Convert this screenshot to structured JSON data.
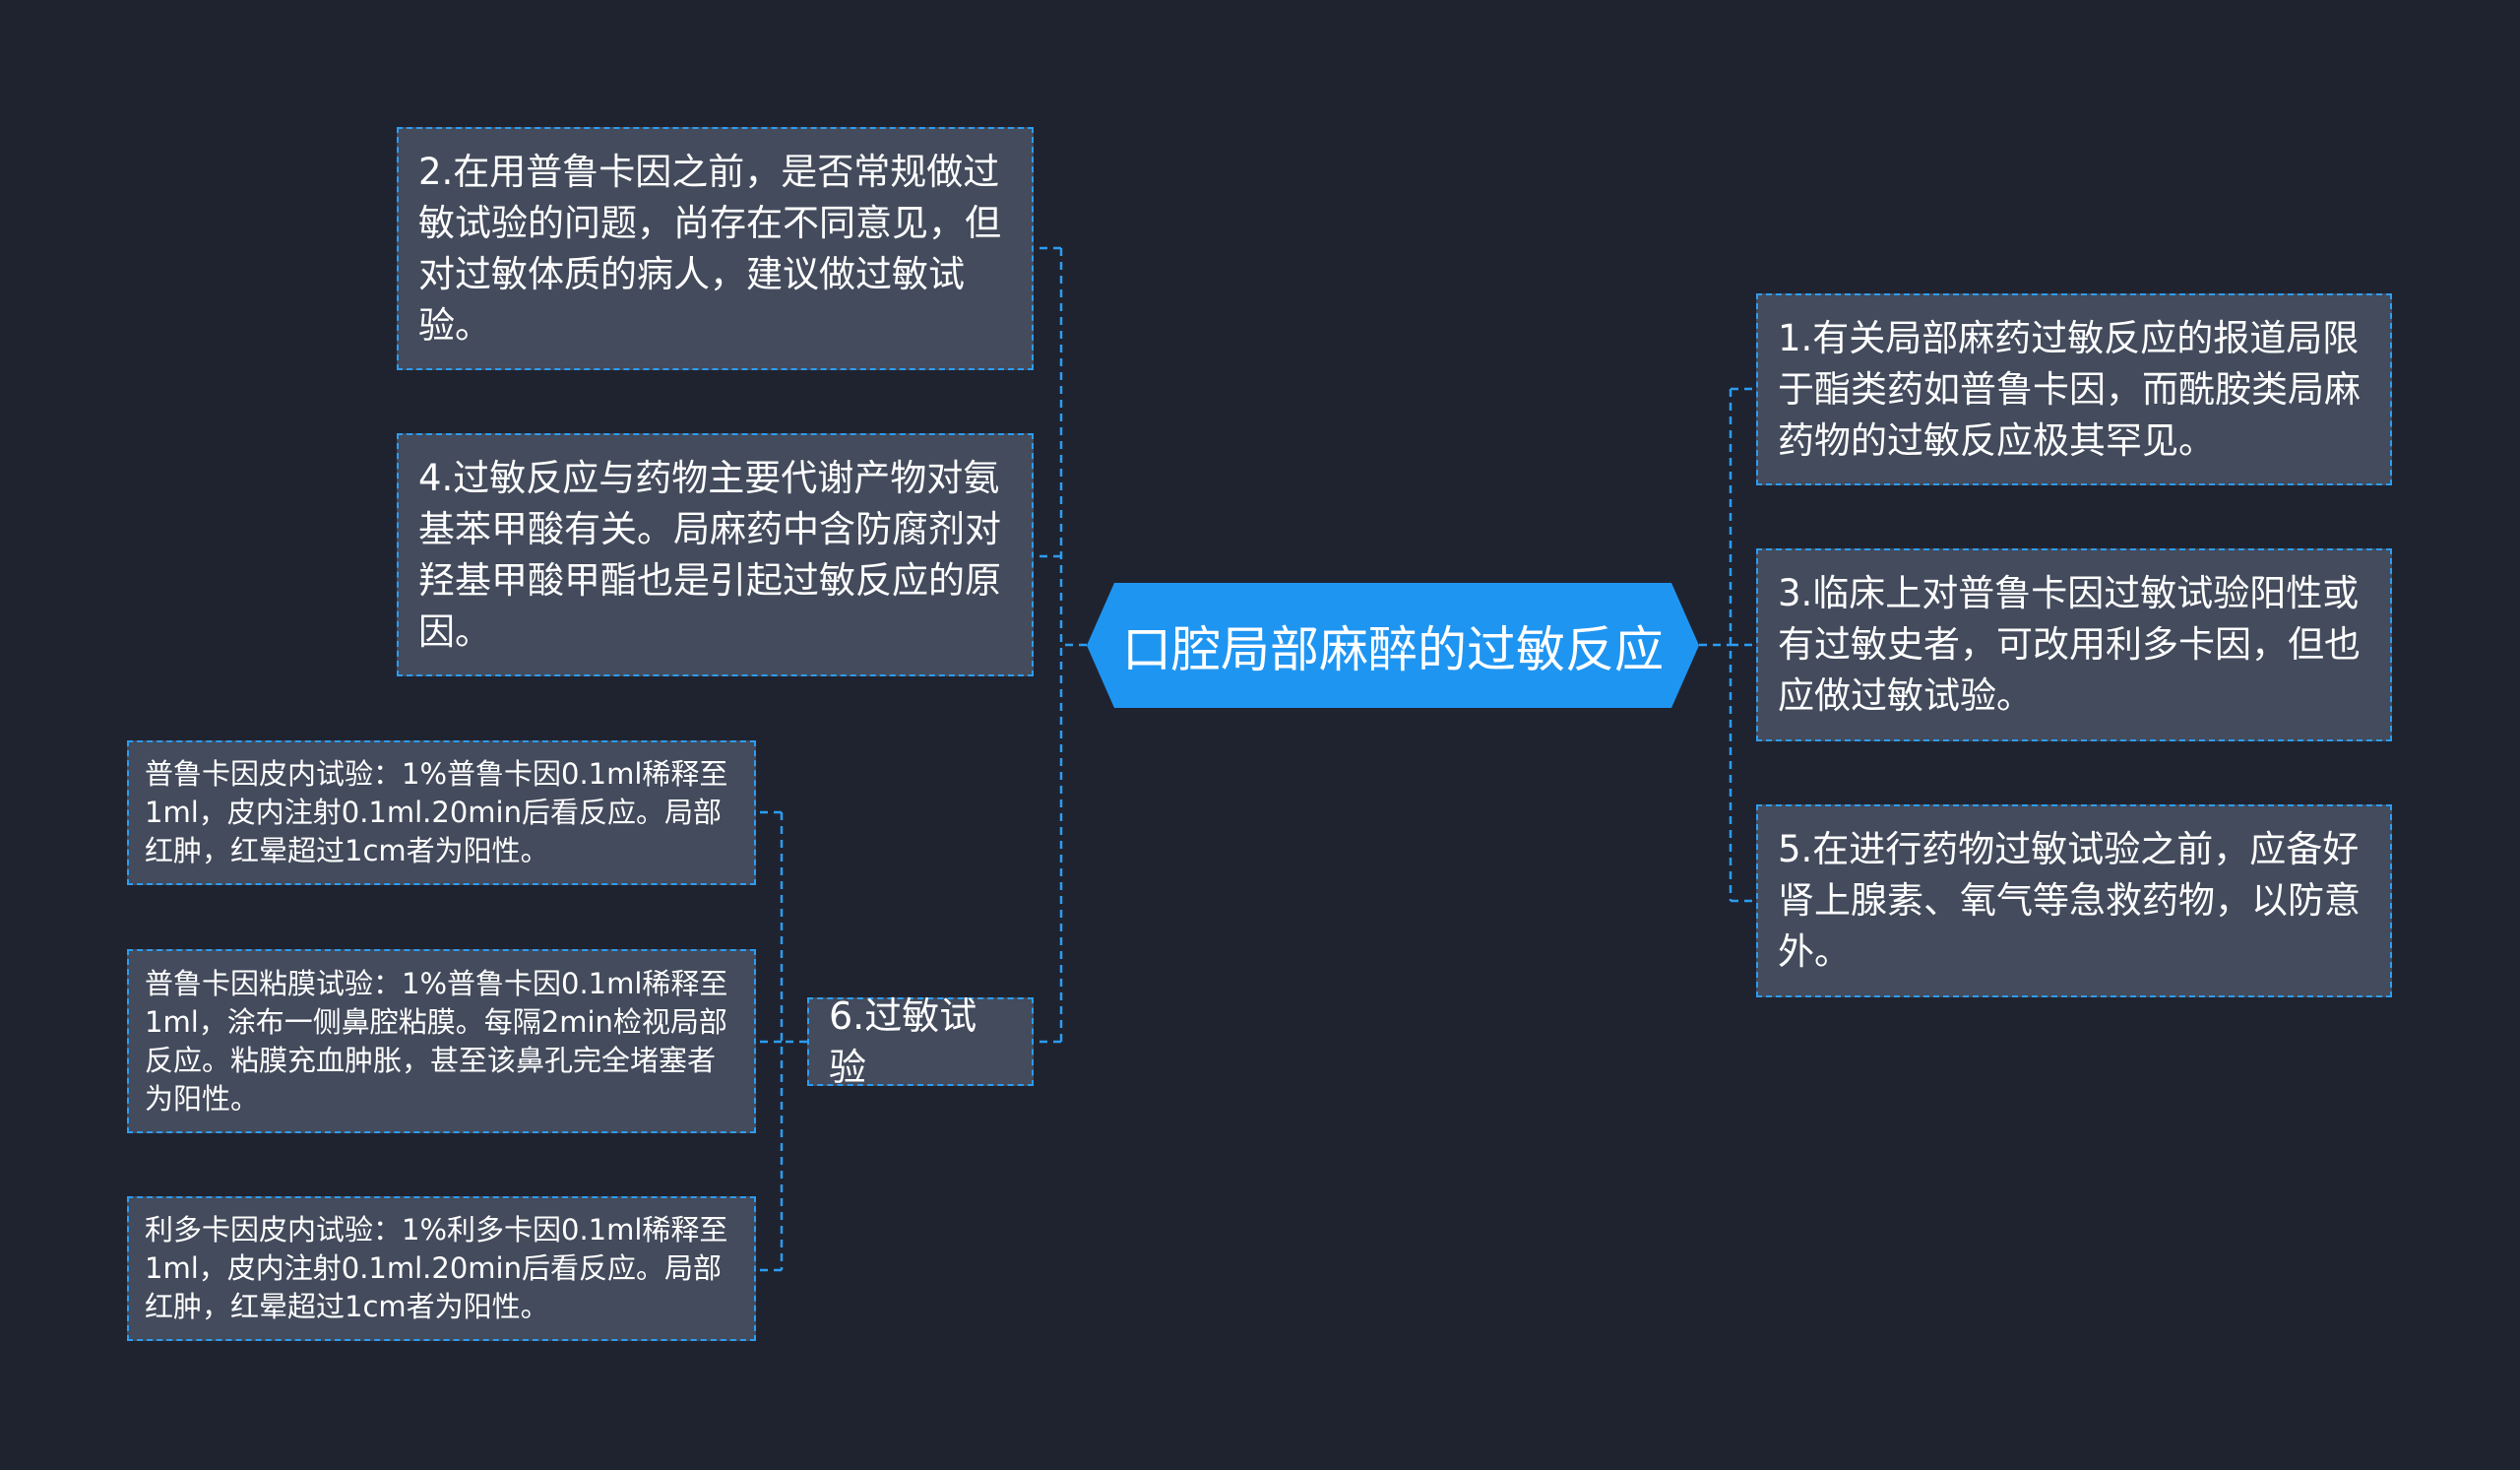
{
  "center": {
    "label": "口腔局部麻醉的过敏反应"
  },
  "left_nodes": [
    {
      "id": "n2",
      "text": "2.在用普鲁卡因之前，是否常规做过敏试验的问题，尚存在不同意见，但对过敏体质的病人，建议做过敏试验。"
    },
    {
      "id": "n4",
      "text": "4.过敏反应与药物主要代谢产物对氨基苯甲酸有关。局麻药中含防腐剂对羟基甲酸甲酯也是引起过敏反应的原因。"
    },
    {
      "id": "n6",
      "text": "6.过敏试验"
    }
  ],
  "right_nodes": [
    {
      "id": "n1",
      "text": "1.有关局部麻药过敏反应的报道局限于酯类药如普鲁卡因，而酰胺类局麻药物的过敏反应极其罕见。"
    },
    {
      "id": "n3",
      "text": "3.临床上对普鲁卡因过敏试验阳性或有过敏史者，可改用利多卡因，但也应做过敏试验。"
    },
    {
      "id": "n5",
      "text": "5.在进行药物过敏试验之前，应备好肾上腺素、氧气等急救药物，以防意外。"
    }
  ],
  "sub_nodes": [
    {
      "id": "s1",
      "text": "普鲁卡因皮内试验：1%普鲁卡因0.1ml稀释至1ml，皮内注射0.1ml.20min后看反应。局部红肿，红晕超过1cm者为阳性。"
    },
    {
      "id": "s2",
      "text": "普鲁卡因粘膜试验：1%普鲁卡因0.1ml稀释至1ml，涂布一侧鼻腔粘膜。每隔2min检视局部反应。粘膜充血肿胀，甚至该鼻孔完全堵塞者为阳性。"
    },
    {
      "id": "s3",
      "text": "利多卡因皮内试验：1%利多卡因0.1ml稀释至1ml，皮内注射0.1ml.20min后看反应。局部红肿，红晕超过1cm者为阳性。"
    }
  ],
  "colors": {
    "background": "#1f2330",
    "center_fill": "#1f95f2",
    "node_fill": "#434b5c",
    "link": "#2d9cf0"
  }
}
